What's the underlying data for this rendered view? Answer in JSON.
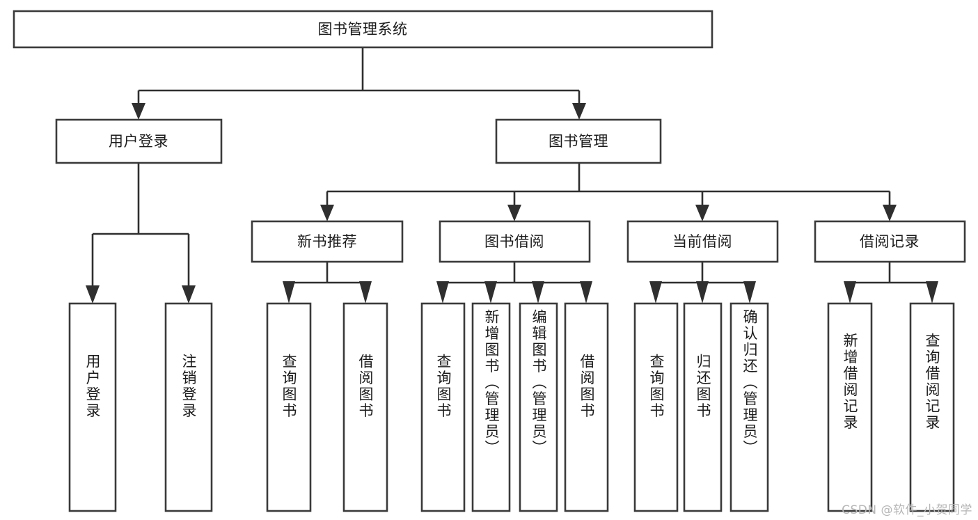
{
  "diagram": {
    "title": "图书管理系统",
    "type": "tree-hierarchy-chart",
    "root": {
      "label": "图书管理系统",
      "level": 1
    },
    "level2": [
      {
        "label": "用户登录"
      },
      {
        "label": "图书管理"
      }
    ],
    "level3": [
      {
        "label": "新书推荐"
      },
      {
        "label": "图书借阅"
      },
      {
        "label": "当前借阅"
      },
      {
        "label": "借阅记录"
      }
    ],
    "leaves": {
      "user_login": [
        {
          "label": "用户登录"
        },
        {
          "label": "注销登录"
        }
      ],
      "new_book_recommend": [
        {
          "label": "查询图书"
        },
        {
          "label": "借阅图书"
        }
      ],
      "book_borrow": [
        {
          "label": "查询图书"
        },
        {
          "label": "新增图书（管理员）"
        },
        {
          "label": "编辑图书（管理员）"
        },
        {
          "label": "借阅图书"
        }
      ],
      "current_borrow": [
        {
          "label": "查询图书"
        },
        {
          "label": "归还图书"
        },
        {
          "label": "确认归还（管理员）"
        }
      ],
      "borrow_record": [
        {
          "label": "新增借阅记录"
        },
        {
          "label": "查询借阅记录"
        }
      ]
    }
  },
  "watermark": {
    "text": "CSDN @软件_小贺同学"
  },
  "colors": {
    "background": "#ffffff",
    "box_border": "#3a3a3a",
    "connector": "#2f2f2f",
    "text": "#1b1b1b",
    "watermark": "#b6b6b6"
  }
}
